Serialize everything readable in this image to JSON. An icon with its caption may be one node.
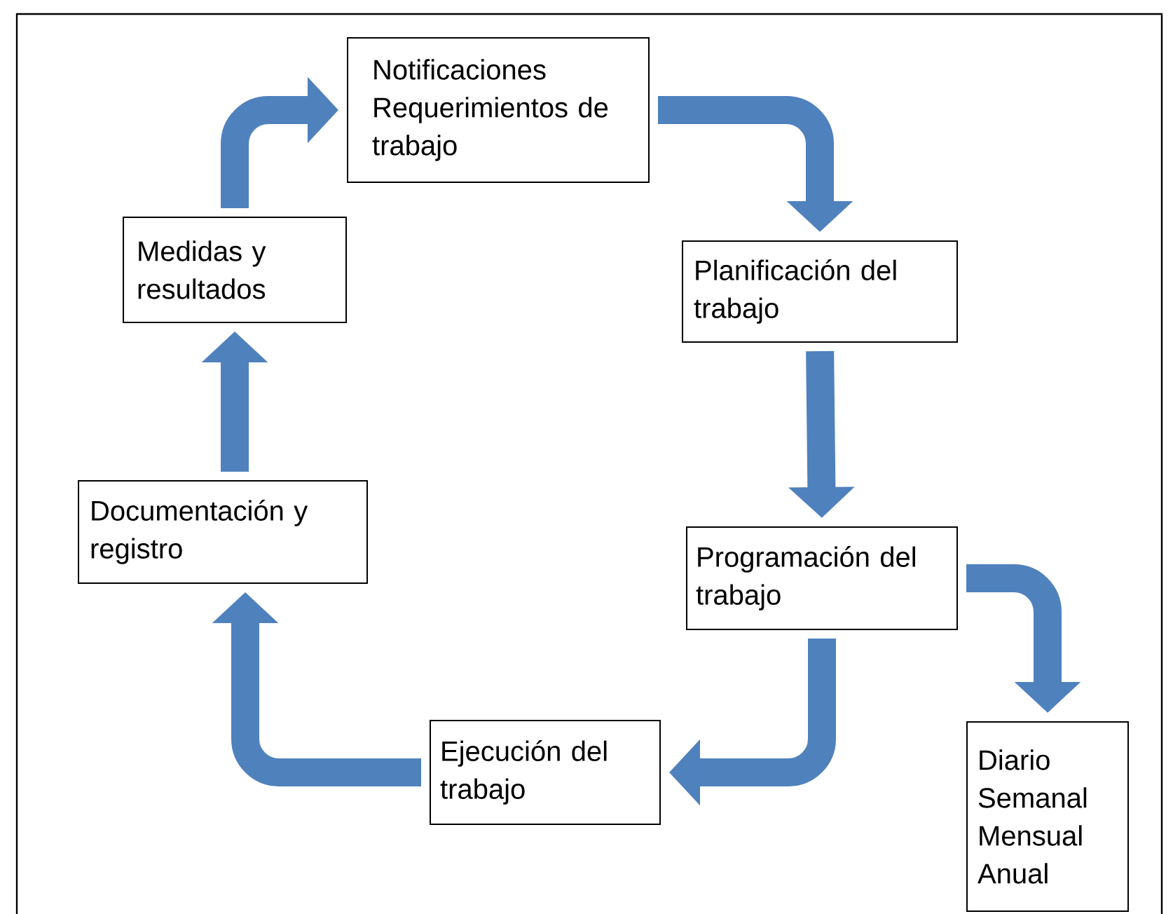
{
  "diagram": {
    "nodes": [
      {
        "text": [
          "Notificaciones Requerimientos de trabajo"
        ]
      },
      {
        "text": [
          "Planificación del trabajo"
        ]
      },
      {
        "text": [
          "Programación del trabajo"
        ]
      },
      {
        "text": [
          "Diario Semanal Mensual Anual"
        ]
      },
      {
        "text": [
          "Ejecución del trabajo"
        ]
      },
      {
        "text": [
          "Documentación y registro"
        ]
      },
      {
        "text": [
          "Medidas y resultados"
        ]
      }
    ],
    "edges": [
      {
        "from": 6,
        "to": 0,
        "arrow": "to"
      },
      {
        "from": 0,
        "to": 1,
        "arrow": "to"
      },
      {
        "from": 1,
        "to": 2,
        "arrow": "to"
      },
      {
        "from": 2,
        "to": 3,
        "arrow": "to"
      },
      {
        "from": 2,
        "to": 4,
        "arrow": "to"
      },
      {
        "from": 4,
        "to": 5,
        "arrow": "to"
      },
      {
        "from": 5,
        "to": 6,
        "arrow": "to"
      }
    ]
  }
}
